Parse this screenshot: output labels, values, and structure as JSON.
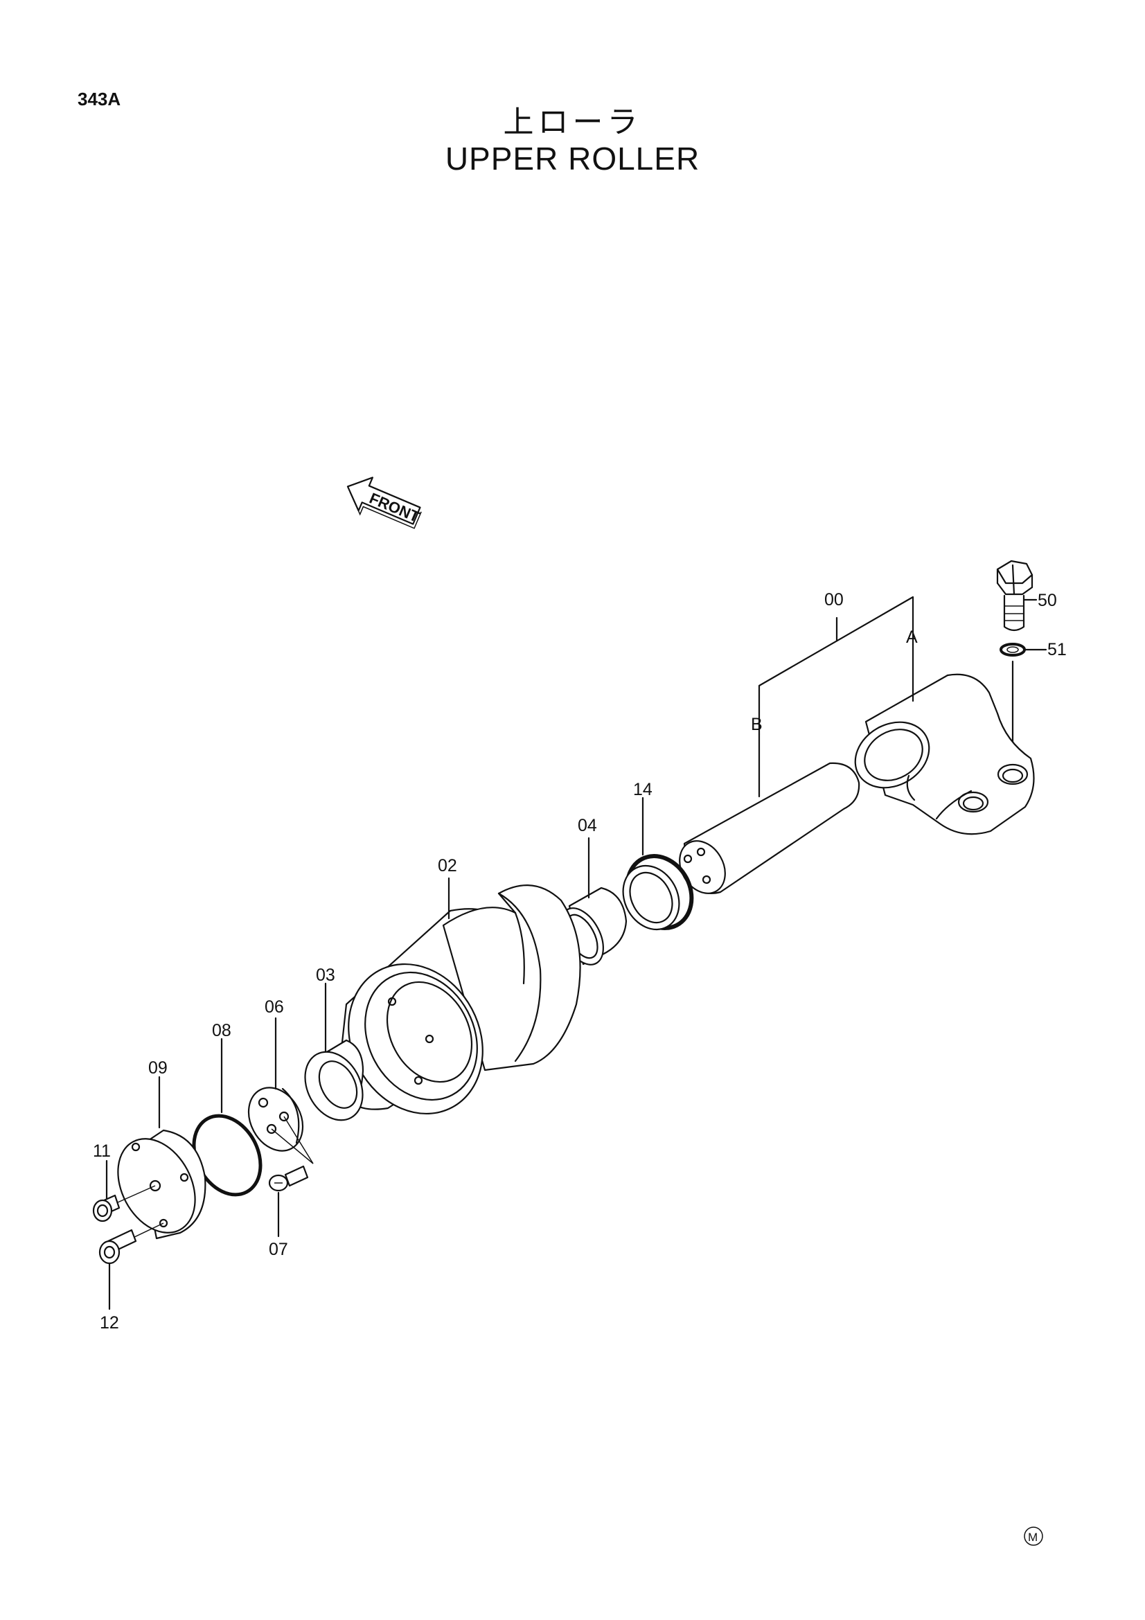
{
  "page_ref": "343A",
  "title_jp": "上ローラ",
  "title_en": "UPPER ROLLER",
  "front_marker": "FRONT",
  "callouts": {
    "c00": "00",
    "cA": "A",
    "cB": "B",
    "c50": "50",
    "c51": "51",
    "c14": "14",
    "c04": "04",
    "c02": "02",
    "c03": "03",
    "c06": "06",
    "c08": "08",
    "c09": "09",
    "c11": "11",
    "c07": "07",
    "c12": "12"
  },
  "mark": "M"
}
